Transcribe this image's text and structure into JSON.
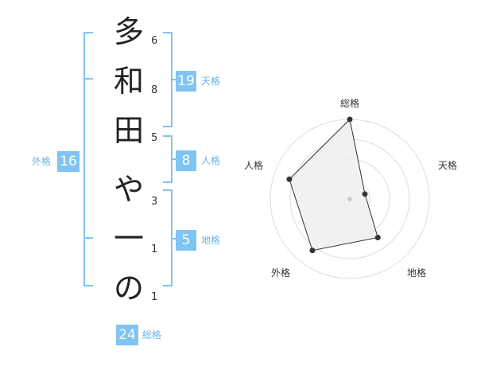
{
  "name": {
    "characters": [
      "多",
      "和",
      "田",
      "や",
      "一",
      "の"
    ],
    "strokes": [
      "6",
      "8",
      "5",
      "3",
      "1",
      "1"
    ]
  },
  "kakusu": {
    "tenkaku": {
      "value": "19",
      "label": "天格"
    },
    "jinkaku": {
      "value": "8",
      "label": "人格"
    },
    "chikaku": {
      "value": "5",
      "label": "地格"
    },
    "gaikaku": {
      "value": "16",
      "label": "外格"
    },
    "soukaku": {
      "value": "24",
      "label": "総格"
    }
  },
  "colors": {
    "accent": "#7fc4f2",
    "accent_text": "#6ab4e8",
    "radar_fill": "#efefef"
  },
  "chart_data": {
    "type": "radar",
    "axes": [
      "総格",
      "天格",
      "地格",
      "外格",
      "人格"
    ],
    "values": [
      5,
      1,
      3,
      4,
      4
    ],
    "scale_max": 5,
    "rings": 4
  }
}
